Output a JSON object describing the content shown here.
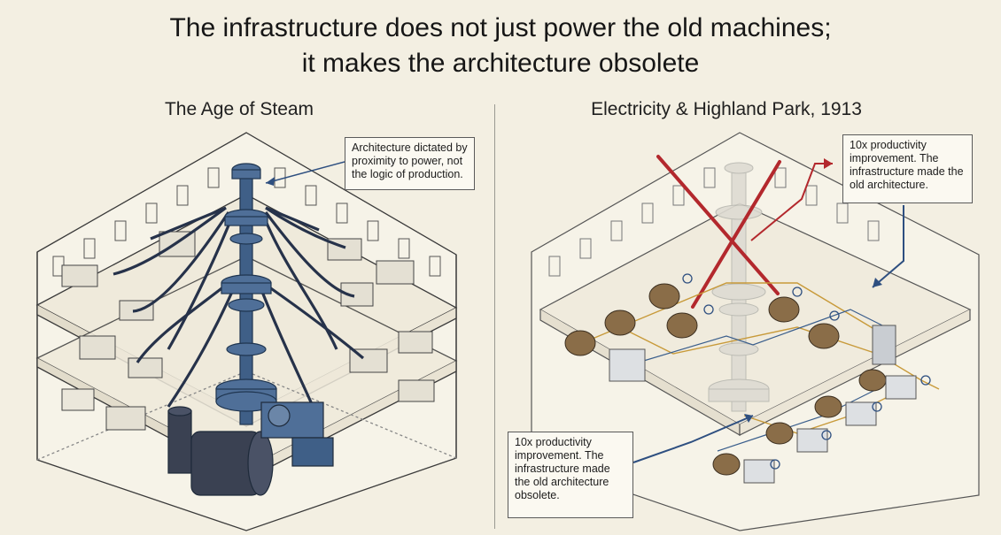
{
  "headline": {
    "line1": "The infrastructure does not just power the old machines;",
    "line2": "it makes the architecture obsolete"
  },
  "left_panel": {
    "title": "The Age of Steam",
    "callout": "Architecture dictated by proximity to power, not the logic of production."
  },
  "right_panel": {
    "title": "Electricity & Highland Park, 1913",
    "callout_top": "10x productivity improvement. The infrastructure made the old architecture.",
    "callout_bottom": "10x productivity improvement. The infrastructure made the old architecture obsolete."
  },
  "colors": {
    "background": "#f3efe2",
    "shaft_blue": "#3f5f87",
    "belt_dark": "#26324a",
    "cross_red": "#b3282d",
    "motor_brown": "#8a6d48",
    "wire_gold": "#c89a3a",
    "arrow_blue": "#2e4f80"
  }
}
